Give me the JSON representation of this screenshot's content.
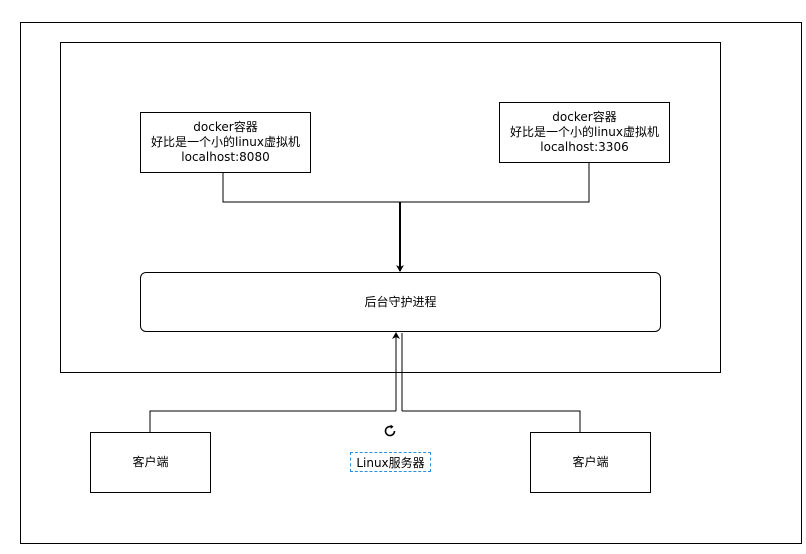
{
  "container_left": {
    "line1": "docker容器",
    "line2": "好比是一个小的linux虚拟机",
    "line3": "localhost:8080"
  },
  "container_right": {
    "line1": "docker容器",
    "line2": "好比是一个小的linux虚拟机",
    "line3": "localhost:3306"
  },
  "daemon": {
    "label": "后台守护进程"
  },
  "client_left": {
    "label": "客户端"
  },
  "client_right": {
    "label": "客户端"
  },
  "linux_server": {
    "label": "Linux服务器"
  },
  "icons": {
    "refresh": "refresh-icon"
  },
  "colors": {
    "stroke": "#000000",
    "selection": "#2a8fe0"
  }
}
